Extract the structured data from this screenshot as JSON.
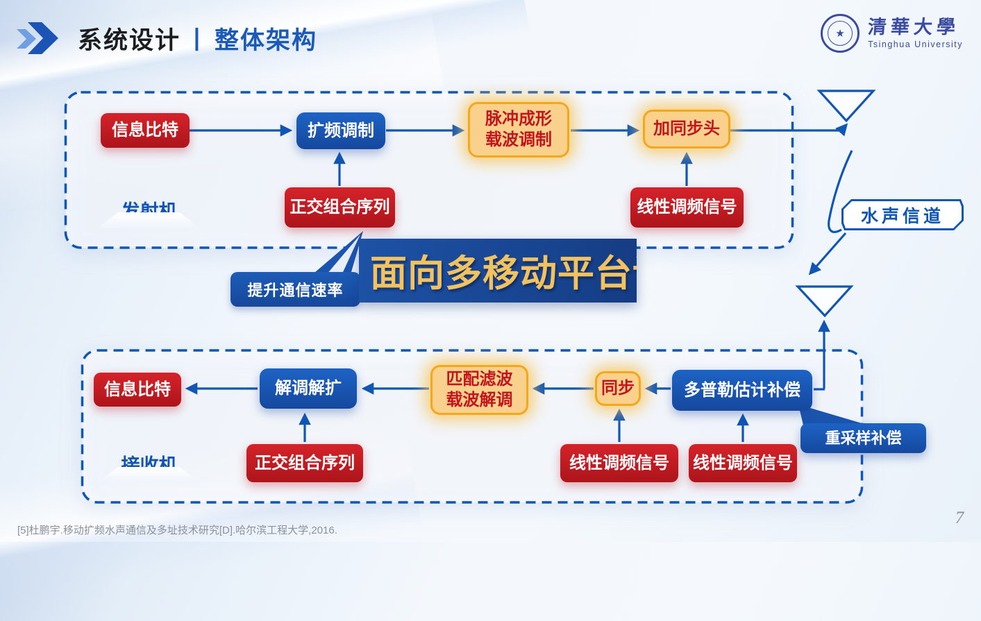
{
  "header": {
    "title_primary": "系统设计",
    "separator": "丨",
    "title_secondary": "整体架构"
  },
  "logo": {
    "university_cn": "清華大學",
    "university_en": "Tsinghua University",
    "seal_star": "★"
  },
  "transmitter": {
    "label": "发射机",
    "info_bits": "信息比特",
    "spread_modulation": "扩频调制",
    "pulse_shaping_line1": "脉冲成形",
    "pulse_shaping_line2": "载波调制",
    "add_sync_header": "加同步头",
    "orthogonal_seq": "正交组合序列",
    "lfm_signal": "线性调频信号"
  },
  "channel": {
    "label": "水声信道"
  },
  "receiver": {
    "label": "接收机",
    "info_bits": "信息比特",
    "demod_despread": "解调解扩",
    "matched_filter_line1": "匹配滤波",
    "matched_filter_line2": "载波解调",
    "sync": "同步",
    "doppler_comp": "多普勒估计补偿",
    "orthogonal_seq": "正交组合序列",
    "lfm_signal_1": "线性调频信号",
    "lfm_signal_2": "线性调频信号",
    "resample_comp": "重采样补偿"
  },
  "callouts": {
    "speed": "提升通信速率"
  },
  "banner": {
    "text": "面向多移动平台",
    "partial_char": "讠"
  },
  "footer": {
    "citation": "[5]杜鹏宇.移动扩频水声通信及多址技术研究[D].哈尔滨工程大学,2016.",
    "page_number": "7"
  },
  "colors": {
    "accent_blue": "#1056b4",
    "node_red": "#c01820",
    "node_blue": "#1a55ad",
    "node_yellow_fill": "#f9d18c",
    "node_yellow_border": "#f2a81d",
    "banner_bg": "#1a478f",
    "banner_text": "#f1c25f"
  }
}
